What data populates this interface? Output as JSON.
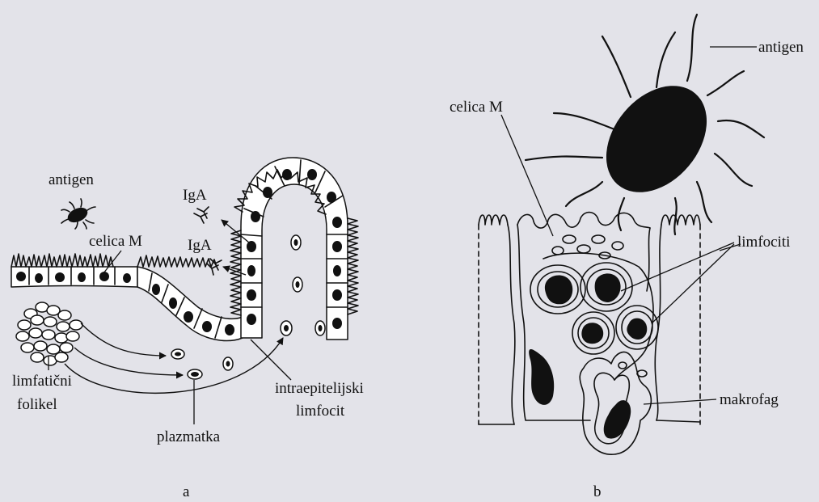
{
  "panel_a": {
    "caption": "a",
    "labels": {
      "antigen": "antigen",
      "celica_m": "celica M",
      "iga_1": "IgA",
      "iga_2": "IgA",
      "limfaticni_1": "limfatični",
      "limfaticni_2": "folikel",
      "plazmatka": "plazmatka",
      "intra_1": "intraepitelijski",
      "intra_2": "limfocit"
    }
  },
  "panel_b": {
    "caption": "b",
    "labels": {
      "antigen": "antigen",
      "celica_m": "celica M",
      "limfociti": "limfociti",
      "makrofag": "makrofag"
    }
  },
  "colors": {
    "background": "#e3e3e9",
    "ink": "#111111",
    "cell_fill": "#ffffff"
  }
}
